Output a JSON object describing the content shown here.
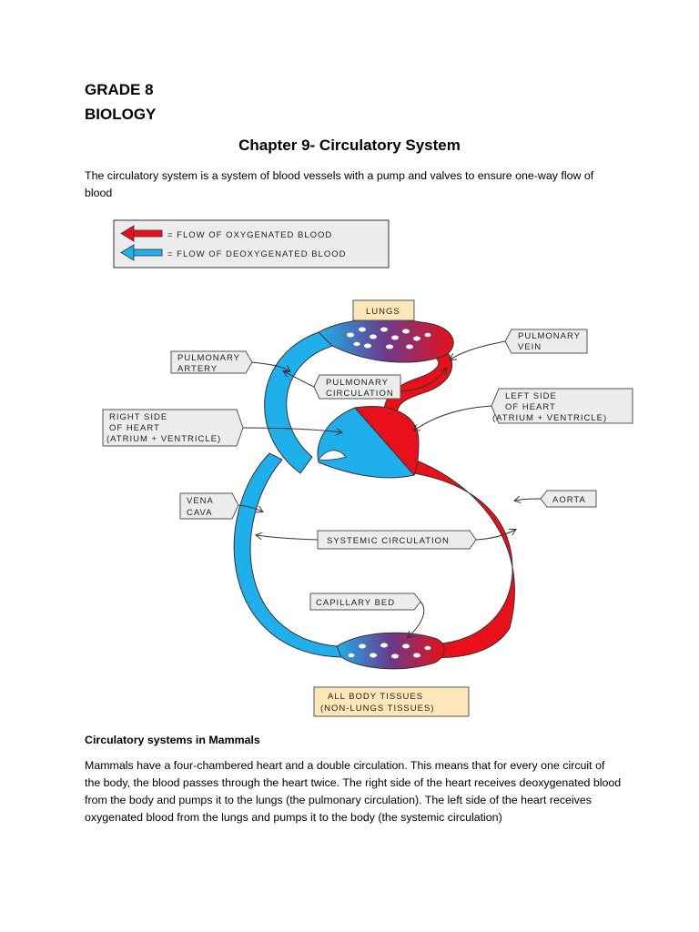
{
  "header": {
    "grade": "GRADE 8",
    "subject": "BIOLOGY",
    "chapter_title": "Chapter 9- Circulatory System"
  },
  "intro_text": "The circulatory system is a system of blood vessels with a pump and valves to ensure one-way flow of blood",
  "diagram": {
    "legend": {
      "oxygenated": "= FLOW OF OXYGENATED BLOOD",
      "deoxygenated": "= FLOW OF DEOXYGENATED BLOOD"
    },
    "labels": {
      "lungs": "LUNGS",
      "pulmonary_vein_1": "PULMONARY",
      "pulmonary_vein_2": "VEIN",
      "pulmonary_artery_1": "PULMONARY",
      "pulmonary_artery_2": "ARTERY",
      "pulmonary_circulation_1": "PULMONARY",
      "pulmonary_circulation_2": "CIRCULATION",
      "left_side_1": "LEFT SIDE",
      "left_side_2": "OF HEART",
      "left_side_3": "(ATRIUM + VENTRICLE)",
      "right_side_1": "RIGHT SIDE",
      "right_side_2": "OF HEART",
      "right_side_3": "(ATRIUM + VENTRICLE)",
      "vena_cava_1": "VENA",
      "vena_cava_2": "CAVA",
      "aorta": "AORTA",
      "systemic_circulation": "SYSTEMIC CIRCULATION",
      "capillary_bed": "CAPILLARY BED",
      "body_tissues_1": "ALL BODY TISSUES",
      "body_tissues_2": "(NON-LUNGS TISSUES)"
    },
    "colors": {
      "oxygenated": "#e8101a",
      "deoxygenated": "#1fb0ec",
      "mixed": "#6b3a8a",
      "tag_fill": "#ececec",
      "tissue_fill": "#fde7b8"
    }
  },
  "section_heading": "Circulatory systems in Mammals",
  "body_text": "Mammals have a four-chambered heart and a double circulation. This means that for every one circuit of the body, the blood passes through the heart twice. The right side of the heart receives deoxygenated blood from the body and pumps it to the lungs (the pulmonary circulation). The left side of the heart receives oxygenated blood from the lungs and pumps it to the body (the systemic circulation)"
}
